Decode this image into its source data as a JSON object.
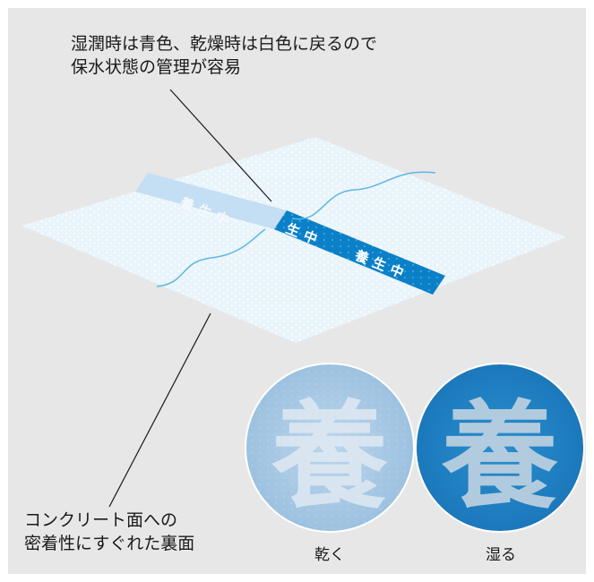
{
  "top_caption": {
    "line1": "湿潤時は青色、乾燥時は白色に戻るので",
    "line2": "保水状態の管理が容易"
  },
  "bottom_caption": {
    "line1": "コンクリート面への",
    "line2": "密着性にすぐれた裏面"
  },
  "band_text": {
    "dry_segment": "養生中",
    "wet_segment_1": "生中",
    "wet_segment_2": "養生中"
  },
  "circles": {
    "dry": {
      "glyph": "養",
      "label": "乾く"
    },
    "wet": {
      "glyph": "養",
      "label": "湿る"
    }
  },
  "colors": {
    "background": "#e7e7e7",
    "sheet": "#e9f4fb",
    "band_wet": "#0a80c8",
    "band_dry": "#c4dff3",
    "fold_line": "#5db7e3",
    "circle_dry": "#a9c9e4",
    "circle_wet": "#2185c6"
  }
}
